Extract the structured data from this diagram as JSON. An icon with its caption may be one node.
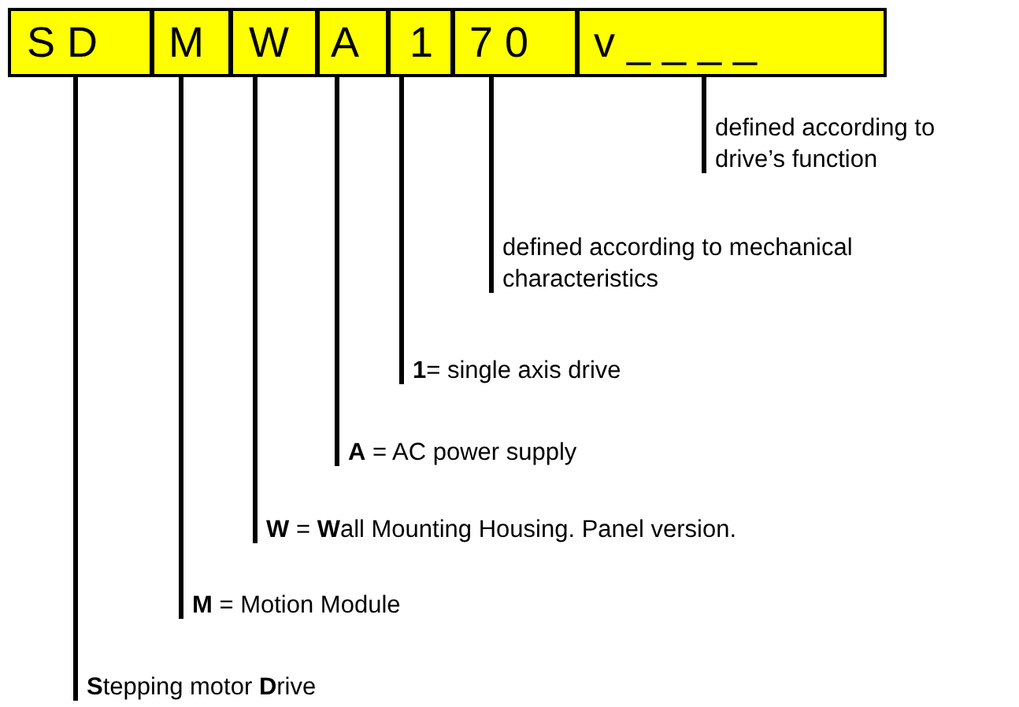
{
  "diagram": {
    "nodes": [
      {
        "text": [
          "S D"
        ]
      },
      {
        "text": [
          "M"
        ]
      },
      {
        "text": [
          "W"
        ]
      },
      {
        "text": [
          "A"
        ]
      },
      {
        "text": [
          "1"
        ]
      },
      {
        "text": [
          "7 0"
        ]
      },
      {
        "text": [
          "v _ _ _ _"
        ]
      },
      {
        "text": [
          "defined according to drive’s function"
        ]
      },
      {
        "text": [
          "defined according to mechanical characteristics"
        ]
      },
      {
        "text": [
          "**1**= single axis drive"
        ]
      },
      {
        "text": [
          "**A** = AC power supply"
        ]
      },
      {
        "text": [
          "**W** = **W**all Mounting Housing. Panel version."
        ]
      },
      {
        "text": [
          "**M** = Motion Module"
        ]
      },
      {
        "text": [
          "**S**tepping motor **D**rive"
        ]
      }
    ],
    "edges": [
      {
        "from": 6,
        "to": 7,
        "arrow": "none"
      },
      {
        "from": 5,
        "to": 8,
        "arrow": "none"
      },
      {
        "from": 4,
        "to": 9,
        "arrow": "none"
      },
      {
        "from": 3,
        "to": 10,
        "arrow": "none"
      },
      {
        "from": 2,
        "to": 11,
        "arrow": "none"
      },
      {
        "from": 1,
        "to": 12,
        "arrow": "none"
      },
      {
        "from": 0,
        "to": 13,
        "arrow": "none"
      }
    ]
  }
}
